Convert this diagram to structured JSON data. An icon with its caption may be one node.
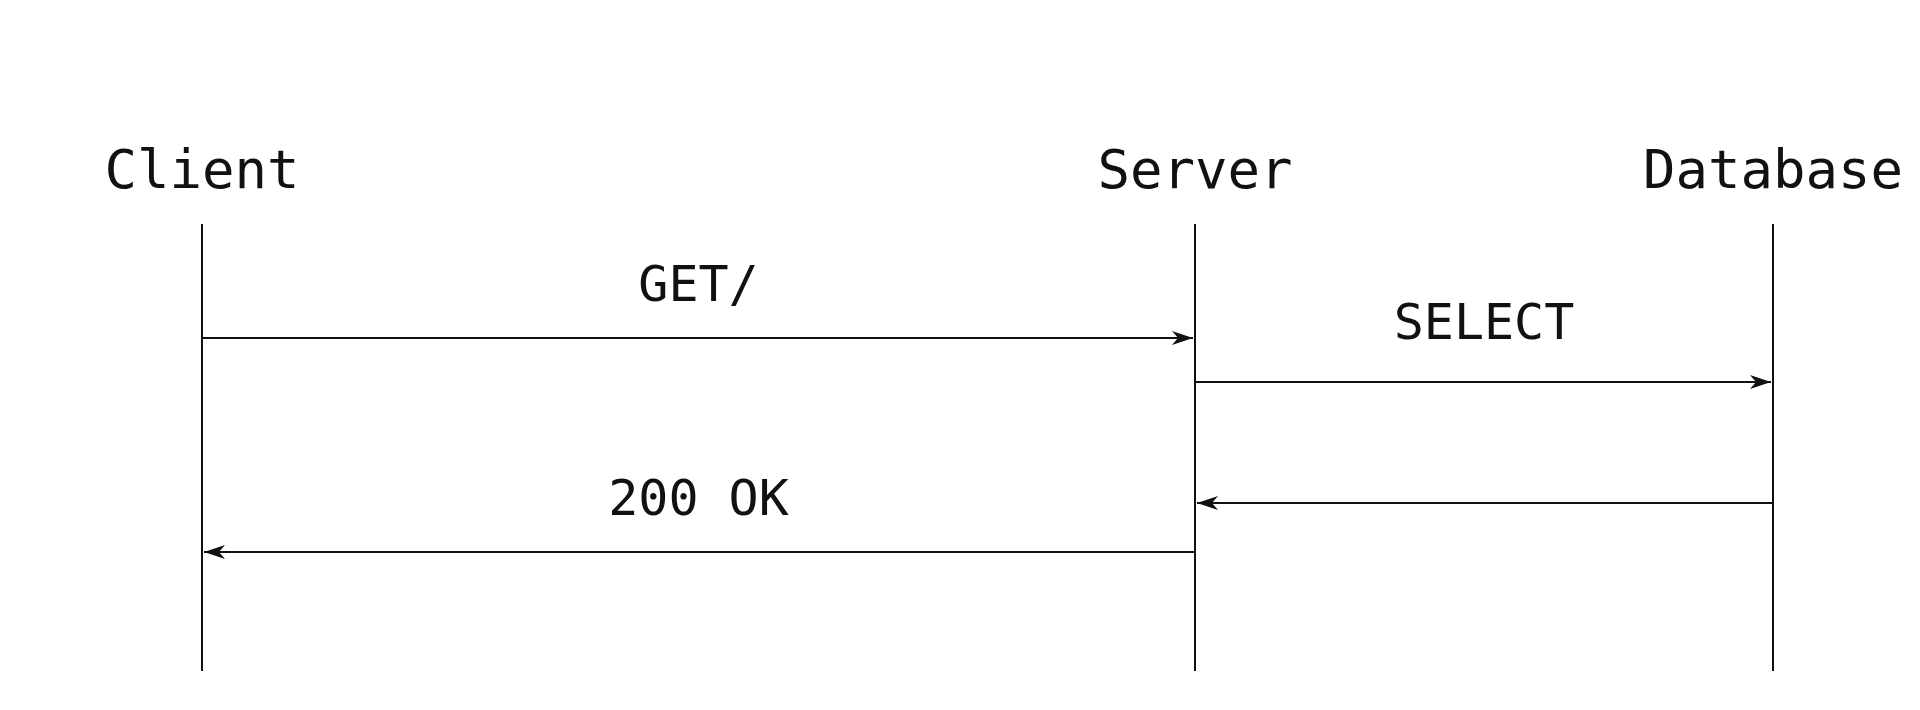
{
  "diagram": {
    "nodes": [
      {
        "text": [
          "Client"
        ]
      },
      {
        "text": [
          "Server"
        ]
      },
      {
        "text": [
          "Database"
        ]
      }
    ],
    "edges": [
      {
        "from": 0,
        "to": 1,
        "arrow": "to",
        "label": "GET/"
      },
      {
        "from": 1,
        "to": 2,
        "arrow": "to",
        "label": "SELECT"
      },
      {
        "from": 2,
        "to": 1,
        "arrow": "to"
      },
      {
        "from": 1,
        "to": 0,
        "arrow": "to",
        "label": "200 OK"
      }
    ]
  }
}
